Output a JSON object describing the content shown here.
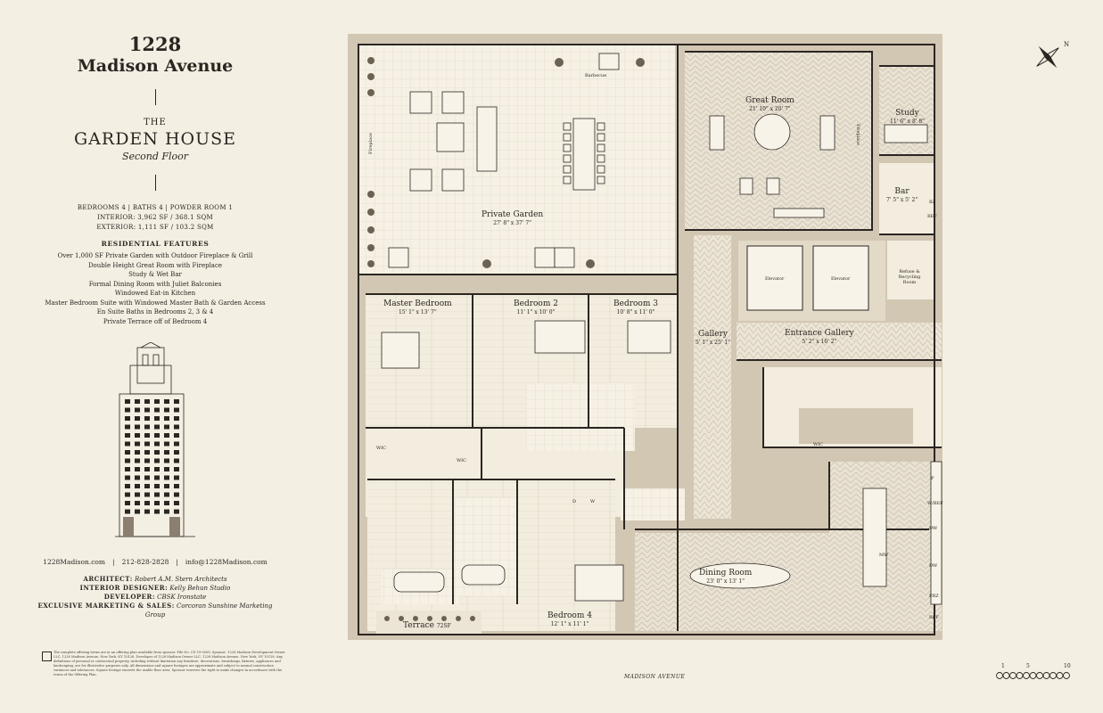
{
  "header": {
    "address_line1": "1228",
    "address_line2": "Madison Avenue",
    "the": "THE",
    "title": "GARDEN HOUSE",
    "subtitle": "Second Floor"
  },
  "stats": {
    "rooms": "BEDROOMS 4 | BATHS 4 | POWDER ROOM 1",
    "interior": "INTERIOR: 3,962 SF / 368.1 SQM",
    "exterior": "EXTERIOR: 1,111 SF / 103.2 SQM"
  },
  "features": {
    "title": "RESIDENTIAL FEATURES",
    "items": [
      "Over 1,000 SF Private Garden with Outdoor Fireplace & Grill",
      "Double Height Great Room with Fireplace",
      "Study & Wet Bar",
      "Formal Dining Room with Juliet Balconies",
      "Windowed Eat-in Kitchen",
      "Master Bedroom Suite with Windowed Master Bath & Garden Access",
      "En Suite Baths in Bedrooms 2, 3 & 4",
      "Private Terrace off of Bedroom 4"
    ]
  },
  "contact": {
    "website": "1228Madison.com",
    "phone": "212-828-2828",
    "email": "info@1228Madison.com"
  },
  "credits": {
    "architect_label": "ARCHITECT:",
    "architect": "Robert A.M. Stern Architects",
    "interior_label": "INTERIOR DESIGNER:",
    "interior": "Kelly Behun Studio",
    "developer_label": "DEVELOPER:",
    "developer": "CBSK Ironstate",
    "marketing_label": "EXCLUSIVE MARKETING & SALES:",
    "marketing": "Corcoran Sunshine Marketing Group"
  },
  "disclaimer": "The complete offering terms are in an offering plan available from sponsor. File No. CD 19-0008. Sponsor: 1228 Madison Development Owner LLC, 1228 Madison Avenue, New York, NY 10128. Developer of 1228 Madison Owner LLC, 1228 Madison Avenue, New York, NY 10128. Any definitions of personal or contractual property, including without limitation any furniture, decorations, furnishings, fixtures, appliances and landscaping, are for illustrative purposes only. All dimensions and square footages are approximate and subject to normal construction variances and tolerances. Square footage exceeds the usable floor area. Sponsor reserves the right to make changes in accordance with the terms of the Offering Plan.",
  "rooms": {
    "private_garden": {
      "name": "Private Garden",
      "dim": "27' 8\" x 37' 7\""
    },
    "great_room": {
      "name": "Great Room",
      "dim": "21' 10\" x 20' 7\""
    },
    "study": {
      "name": "Study",
      "dim": "11' 6\" x 8' 8\""
    },
    "bar": {
      "name": "Bar",
      "dim": "7' 5\" x 5' 2\""
    },
    "master_bedroom": {
      "name": "Master Bedroom",
      "dim": "15' 1\" x 13' 7\""
    },
    "bedroom2": {
      "name": "Bedroom 2",
      "dim": "11' 1\" x 10' 0\""
    },
    "bedroom3": {
      "name": "Bedroom 3",
      "dim": "10' 8\" x 11' 0\""
    },
    "gallery": {
      "name": "Gallery",
      "dim": "5' 1\" x 25' 1\""
    },
    "entrance_gallery": {
      "name": "Entrance Gallery",
      "dim": "5' 2\" x 16' 2\""
    },
    "dining_room": {
      "name": "Dining Room",
      "dim": "23' 0\" x 13' 1\""
    },
    "bedroom4": {
      "name": "Bedroom 4",
      "dim": "12' 1\" x 11' 1\""
    },
    "terrace": {
      "name": "Terrace",
      "dim": "72SF"
    }
  },
  "small_labels": {
    "barbecue": "Barbecue",
    "fireplace_garden": "Fireplace",
    "fireplace_great": "Fireplace",
    "elevator1": "Elevator",
    "elevator2": "Elevator",
    "refuse": "Refuse & Recycling Room",
    "wic1": "WIC",
    "wic2": "WIC",
    "wic3": "WIC",
    "bz": "BZ",
    "ref_bar": "REF",
    "d": "D",
    "w": "W",
    "p": "P",
    "wbef": "W/BEF",
    "dw1": "DW",
    "dw2": "DW",
    "frz": "FRZ",
    "ref_kitchen": "REF",
    "mw": "MW"
  },
  "street": "MADISON AVENUE",
  "compass_n": "N",
  "scale": {
    "labels": [
      "1",
      "5",
      "10"
    ]
  }
}
